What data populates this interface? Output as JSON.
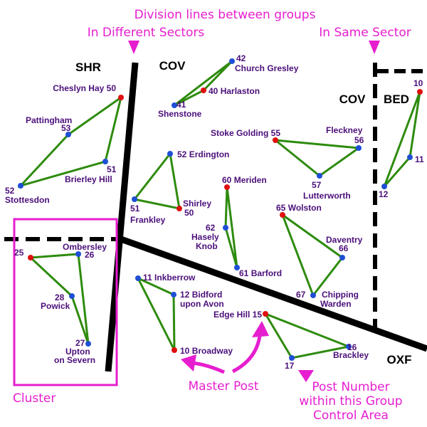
{
  "colors": {
    "edge": "#2e8b0e",
    "master": "#e01010",
    "post": "#1f4fd6",
    "label": "#4b0f7a",
    "annotation": "#e61ecf",
    "boundary": "#000000"
  },
  "annotations": {
    "division_title": "Division lines between groups",
    "different_sectors": "In Different Sectors",
    "same_sector": "In Same Sector",
    "cluster": "Cluster",
    "master_post": "Master Post",
    "post_number_1": "Post Number",
    "post_number_2": "within this Group",
    "post_number_3": "Control Area"
  },
  "sectors": {
    "shr": "SHR",
    "cov_left": "COV",
    "cov_right": "COV",
    "bed": "BED",
    "oxf": "OXF"
  },
  "nodes": {
    "n42": {
      "num": "42",
      "name": "Church Gresley",
      "master": false
    },
    "n40": {
      "num": "40",
      "name": "Harlaston",
      "master": true
    },
    "n41": {
      "num": "41",
      "name": "Shenstone",
      "master": false
    },
    "n50a": {
      "num": "50",
      "name": "Cheslyn Hay",
      "master": true
    },
    "n53": {
      "num": "53",
      "name": "Pattingham",
      "master": false
    },
    "n51a": {
      "num": "51",
      "name": "Brierley Hill",
      "master": false
    },
    "n52a": {
      "num": "52",
      "name": "Stottesdon",
      "master": false
    },
    "n52b": {
      "num": "52",
      "name": "Erdington",
      "master": false
    },
    "n51b": {
      "num": "51",
      "name": "Frankley",
      "master": false
    },
    "n50b": {
      "num": "50",
      "name": "Shirley",
      "master": true
    },
    "n55": {
      "num": "55",
      "name": "Stoke Golding",
      "master": true
    },
    "n56": {
      "num": "56",
      "name": "Fleckney",
      "master": false
    },
    "n57": {
      "num": "57",
      "name": "Lutterworth",
      "master": false
    },
    "n10b": {
      "num": "10",
      "name": "",
      "master": true
    },
    "n11b": {
      "num": "11",
      "name": "",
      "master": false
    },
    "n12b": {
      "num": "12",
      "name": "",
      "master": false
    },
    "n60": {
      "num": "60",
      "name": "Meriden",
      "master": true
    },
    "n62": {
      "num": "62",
      "name1": "Hasely",
      "name2": "Knob",
      "master": false
    },
    "n61": {
      "num": "61",
      "name": "Barford",
      "master": false
    },
    "n65": {
      "num": "65",
      "name": "Wolston",
      "master": true
    },
    "n66": {
      "num": "66",
      "name": "Daventry",
      "master": false
    },
    "n67": {
      "num": "67",
      "name1": "Chipping",
      "name2": "Warden",
      "master": false
    },
    "n25": {
      "num": "25",
      "name": "",
      "master": true
    },
    "n26": {
      "num": "26",
      "name": "Ombersley",
      "master": false
    },
    "n28": {
      "num": "28",
      "name": "Powick",
      "master": false
    },
    "n27": {
      "num": "27",
      "name1": "Upton",
      "name2": "on Severn",
      "master": false
    },
    "n11a": {
      "num": "11",
      "name": "Inkberrow",
      "master": false
    },
    "n12a": {
      "num": "12",
      "name1": "Bidford",
      "name2": "upon Avon",
      "master": false
    },
    "n10a": {
      "num": "10",
      "name": "Broadway",
      "master": true
    },
    "n15": {
      "num": "15",
      "name": "Edge Hill",
      "master": true
    },
    "n16": {
      "num": "16",
      "name": "Brackley",
      "master": false
    },
    "n17": {
      "num": "17",
      "name": "",
      "master": false
    }
  }
}
